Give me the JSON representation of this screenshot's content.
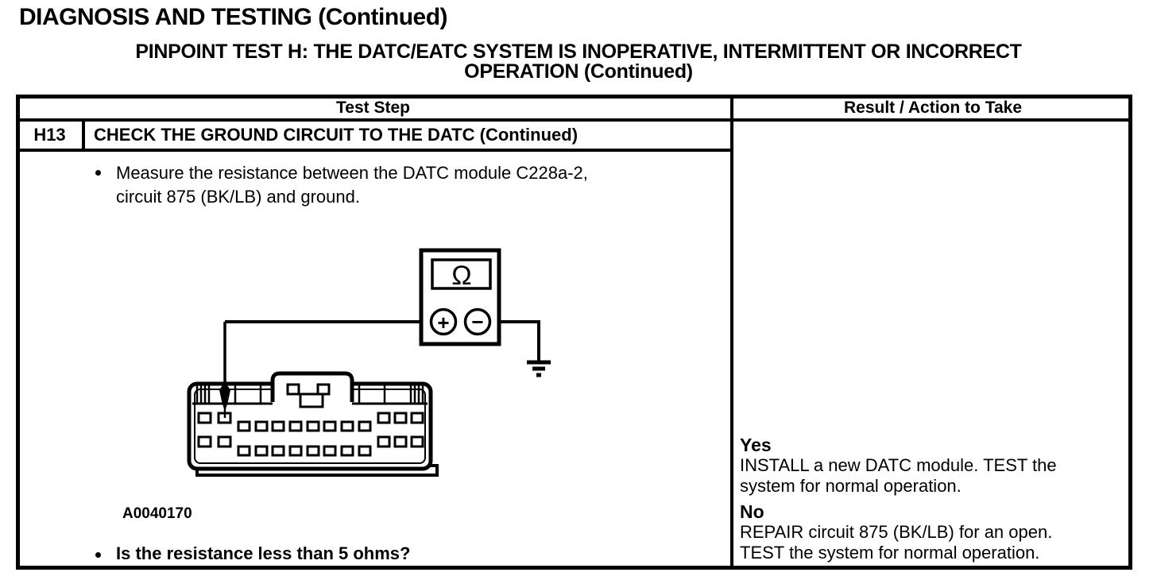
{
  "page": {
    "title": "DIAGNOSIS AND TESTING (Continued)",
    "subtitle_line1": "PINPOINT TEST H: THE DATC/EATC SYSTEM IS INOPERATIVE, INTERMITTENT OR INCORRECT",
    "subtitle_line2": "OPERATION (Continued)"
  },
  "table": {
    "headers": {
      "test_step": "Test Step",
      "result": "Result / Action to Take"
    },
    "step": {
      "id": "H13",
      "title": "CHECK THE GROUND CIRCUIT TO THE DATC (Continued)",
      "instruction_line1": "Measure the resistance between the DATC module C228a-2,",
      "instruction_line2": "circuit 875 (BK/LB) and ground.",
      "figure_label": "A0040170",
      "question": "Is the resistance less than 5 ohms?"
    },
    "results": [
      {
        "verdict": "Yes",
        "line1": "INSTALL a new DATC module. TEST the",
        "line2": "system for normal operation."
      },
      {
        "verdict": "No",
        "line1": "REPAIR circuit 875 (BK/LB) for an open.",
        "line2": "TEST the system for normal operation."
      }
    ]
  },
  "figure": {
    "ohm_symbol": "Ω",
    "plus_symbol": "+",
    "minus_symbol": "−"
  },
  "colors": {
    "ink": "#000000",
    "paper": "#ffffff"
  }
}
